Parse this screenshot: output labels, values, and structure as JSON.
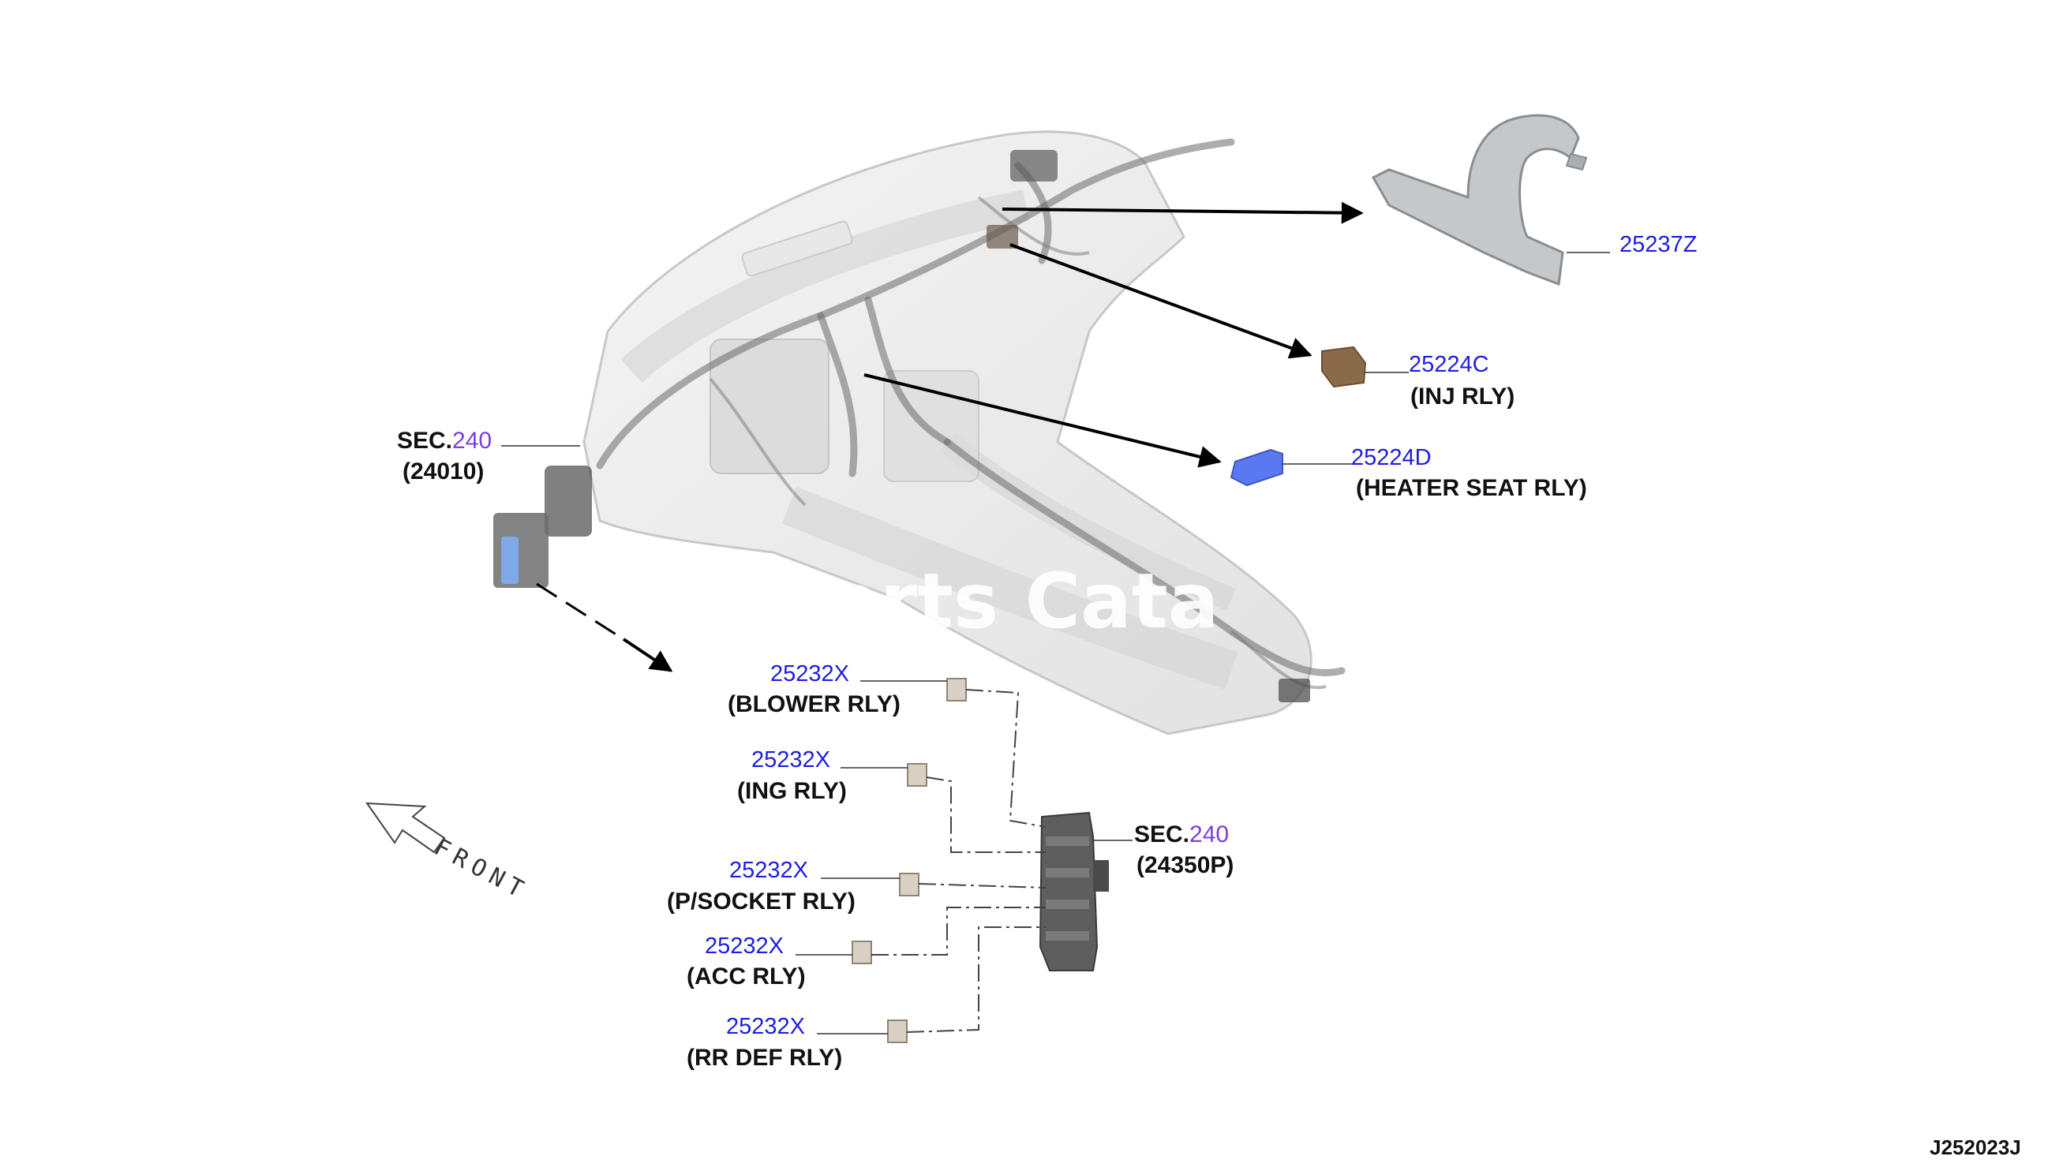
{
  "diagram_id": "J252023J",
  "watermark": "arts Cata",
  "front_label": "FRONT",
  "colors": {
    "part_number": "#1d1de6",
    "section_link": "#7a3fe0",
    "inj_relay": "#8b6a4a",
    "heater_seat_relay": "#5a79f0",
    "bracket": "#b9bdbf"
  },
  "sections": {
    "harness": {
      "prefix": "SEC.",
      "number": "240",
      "code": "(24010)"
    },
    "fuse_block": {
      "prefix": "SEC.",
      "number": "240",
      "code": "(24350P)"
    }
  },
  "parts": {
    "bracket": {
      "number": "25237Z",
      "icon": "relay-bracket"
    },
    "inj_relay": {
      "number": "25224C",
      "name": "(INJ RLY)",
      "icon": "relay-box"
    },
    "heater_seat_relay": {
      "number": "25224D",
      "name": "(HEATER SEAT RLY)",
      "icon": "relay-box"
    },
    "blower_relay": {
      "number": "25232X",
      "name": "(BLOWER RLY)",
      "icon": "mini-relay"
    },
    "ing_relay": {
      "number": "25232X",
      "name": "(ING RLY)",
      "icon": "mini-relay"
    },
    "psocket_relay": {
      "number": "25232X",
      "name": "(P/SOCKET RLY)",
      "icon": "mini-relay"
    },
    "acc_relay": {
      "number": "25232X",
      "name": "(ACC RLY)",
      "icon": "mini-relay"
    },
    "rrdef_relay": {
      "number": "25232X",
      "name": "(RR DEF RLY)",
      "icon": "mini-relay"
    }
  }
}
